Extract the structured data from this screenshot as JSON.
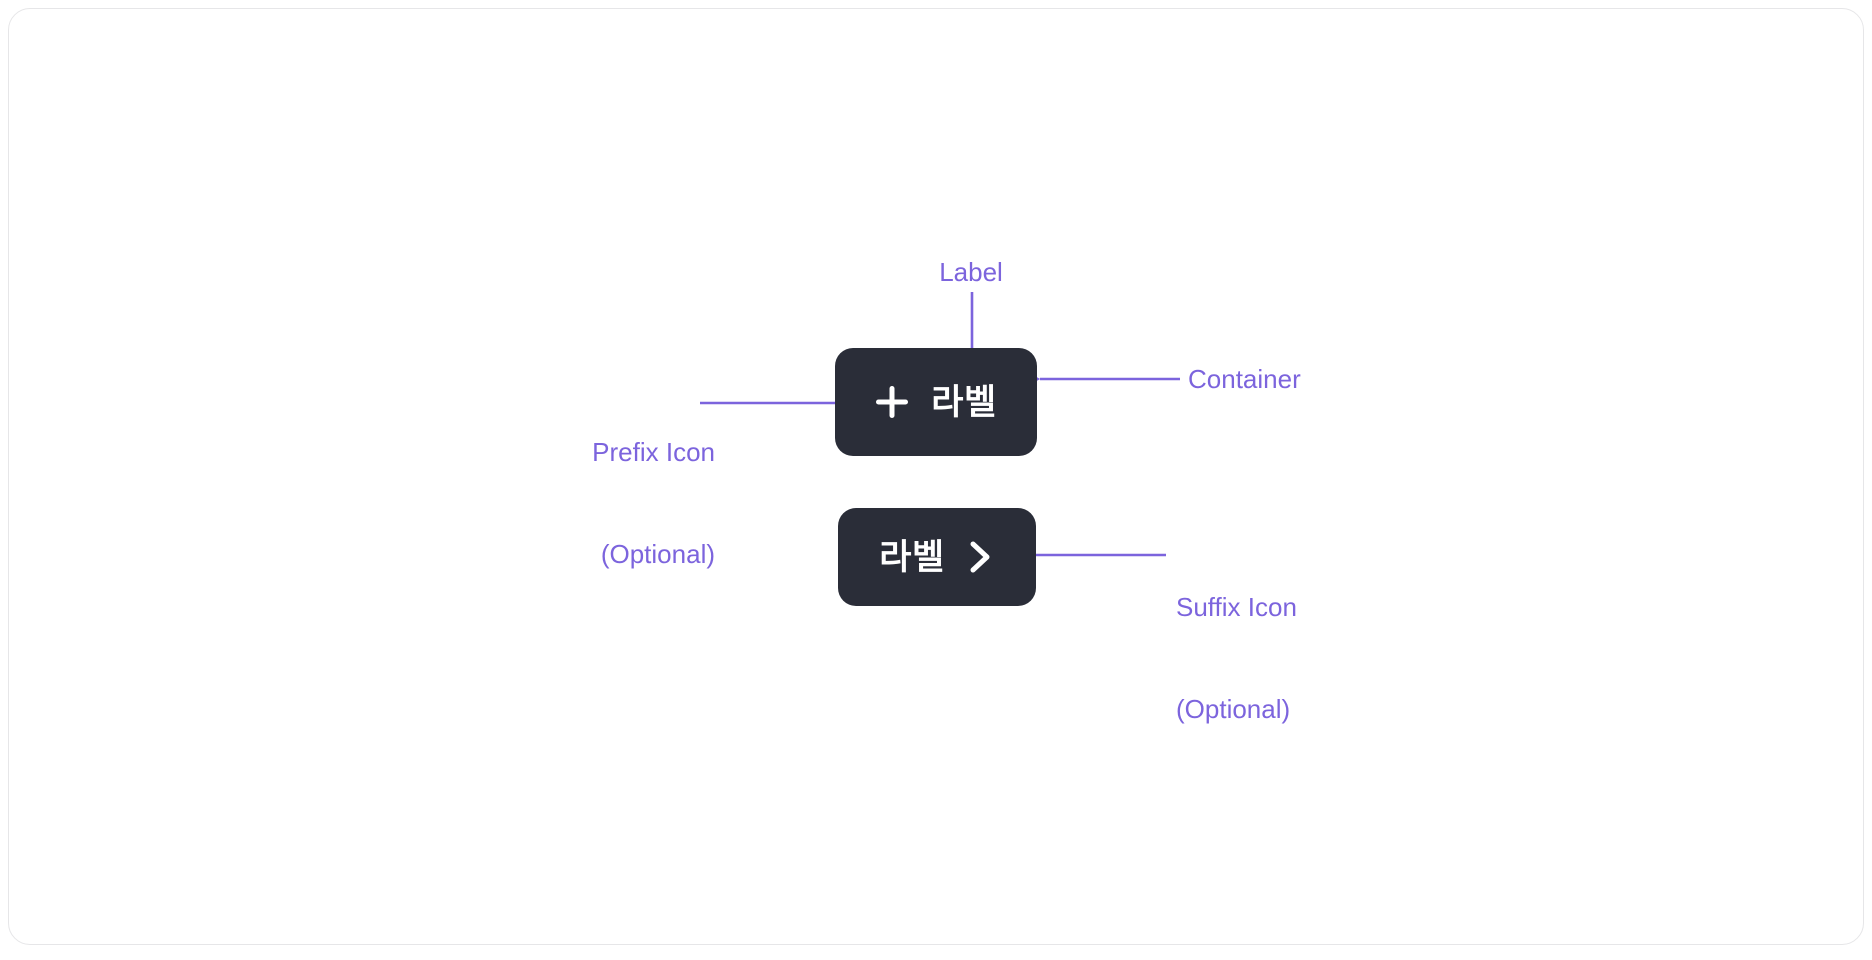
{
  "page": {
    "background_color": "#ffffff",
    "frame_border_color": "#e6e6e8"
  },
  "theme": {
    "accent_color": "#7c64dd",
    "container_color": "#2a2d38",
    "label_color": "#ffffff"
  },
  "buttons": [
    {
      "id": "button-with-prefix-icon",
      "label": "라벨",
      "prefix_icon": "plus-icon",
      "suffix_icon": null
    },
    {
      "id": "button-with-suffix-icon",
      "label": "라벨",
      "prefix_icon": null,
      "suffix_icon": "chevron-right-icon"
    }
  ],
  "annotations": {
    "label": "Label",
    "prefix_icon_line1": "Prefix Icon",
    "prefix_icon_line2": "(Optional)",
    "container": "Container",
    "suffix_icon_line1": "Suffix Icon",
    "suffix_icon_line2": "(Optional)"
  }
}
